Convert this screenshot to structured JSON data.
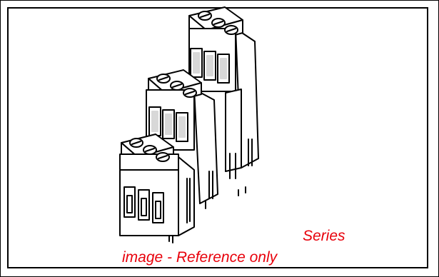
{
  "caption": {
    "series": "Series",
    "reference": "image - Reference only"
  },
  "colors": {
    "caption": "#e8000b",
    "line": "#000000",
    "background": "#ffffff"
  },
  "illustration": {
    "subject": "three-level stacked terminal block",
    "levels": 3,
    "positions_per_level": 3
  }
}
